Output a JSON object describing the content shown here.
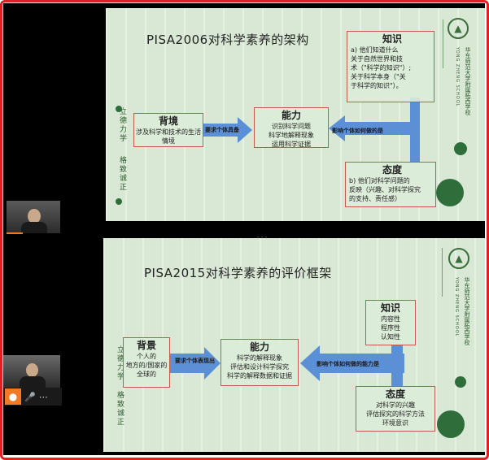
{
  "slide1": {
    "title": "PISA2006对科学素养的架构",
    "context": {
      "title": "背境",
      "desc": "涉及科学和技术的生活情境"
    },
    "competencies": {
      "title": "能力",
      "lines": [
        "识别科学问题",
        "科学地解释现象",
        "运用科学证据"
      ]
    },
    "knowledge": {
      "title": "知识",
      "lines": [
        "a) 他们知道什么",
        "关于自然世界和技",
        "术（\"科学的知识\"）;",
        "关于科学本身（\"关",
        "于科学的知识\"）。"
      ]
    },
    "attitudes": {
      "title": "态度",
      "lines": [
        "b) 他们对科学问题的",
        "反映（兴趣、对科学探究",
        "的支持、责任感）"
      ]
    },
    "arrow_require": "要求个体具备",
    "arrow_influence": "影响个体如何做的是",
    "side_text_1": "立德力学",
    "side_text_2": "格致诚正"
  },
  "slide2": {
    "title": "PISA2015对科学素养的评价框架",
    "context": {
      "title": "背景",
      "lines": [
        "个人的",
        "地方的/国家的",
        "全球的"
      ]
    },
    "competencies": {
      "title": "能力",
      "lines": [
        "科学的解释现象",
        "评估和设计科学探究",
        "科学的解释数据和证据"
      ]
    },
    "knowledge": {
      "title": "知识",
      "lines": [
        "内容性",
        "程序性",
        "认知性"
      ]
    },
    "attitudes": {
      "title": "态度",
      "lines": [
        "对科学的兴趣",
        "评估探究的科学方法",
        "环境意识"
      ]
    },
    "arrow_require": "要求个体表现出",
    "arrow_influence": "影响个体如何做的能力是",
    "side_text_1": "立德力学",
    "side_text_2": "格致诚正"
  },
  "school_name": "华东师范大学附属柘西学校",
  "school_en": "YONG ZHENG SCHOOL",
  "toolbar": {
    "avatar_icon": "person-icon",
    "mic_icon": "microphone-icon",
    "more_icon": "more-icon"
  },
  "colors": {
    "slide_bg": "#d8e8d4",
    "arrow": "#5b8fd6",
    "frame": "#e02020",
    "accent": "#f07a25"
  }
}
